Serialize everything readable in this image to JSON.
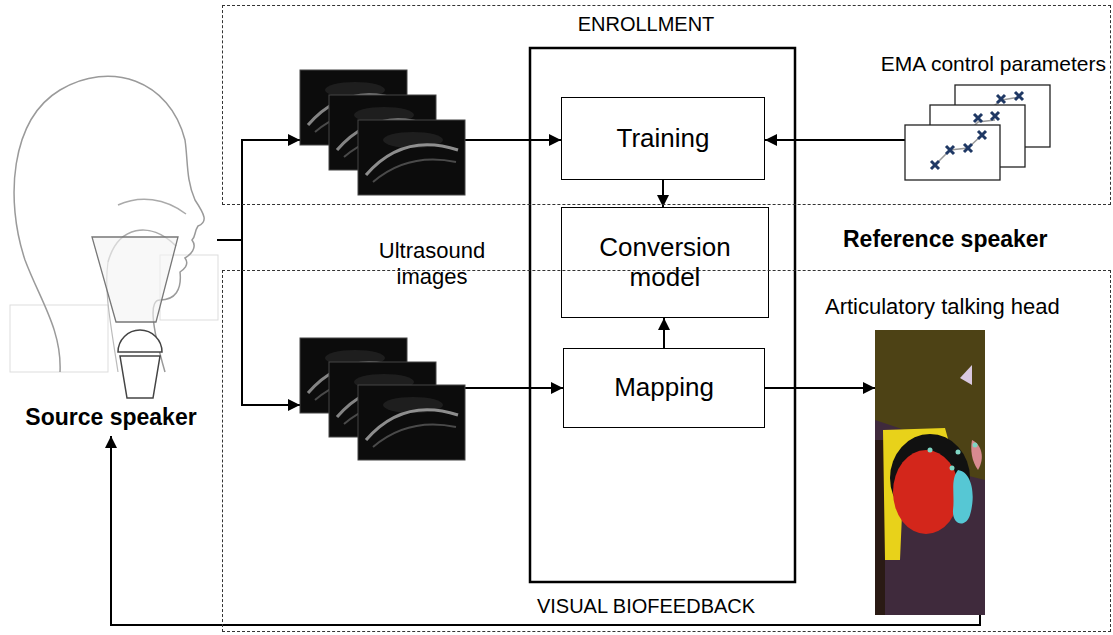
{
  "diagram": {
    "nodes": [
      {
        "text": [
          "ENROLLMENT"
        ]
      },
      {
        "text": [
          "Training"
        ],
        "in": 0
      },
      {
        "text": [
          "EMA control parameters"
        ],
        "in": 0
      },
      {
        "text": [
          "Source speaker"
        ]
      },
      {
        "text": [
          "Conversion model"
        ]
      },
      {
        "text": [
          "VISUAL BIOFEEDBACK"
        ]
      },
      {
        "text": [
          "Mapping"
        ],
        "in": 5
      },
      {
        "text": [
          "Articulatory talking head"
        ],
        "in": 5
      }
    ],
    "edges": [
      {
        "from": 3,
        "to": 1,
        "arrow": "to"
      },
      {
        "from": 3,
        "to": 6,
        "arrow": "to"
      },
      {
        "from": 2,
        "to": 1,
        "arrow": "to"
      },
      {
        "from": 1,
        "to": 4,
        "arrow": "to"
      },
      {
        "from": 6,
        "to": 4,
        "arrow": "to"
      },
      {
        "from": 6,
        "to": 7,
        "arrow": "to"
      },
      {
        "from": 7,
        "to": 3,
        "arrow": "to"
      }
    ],
    "labels": [
      "Ultrasound images",
      "Reference speaker"
    ]
  }
}
